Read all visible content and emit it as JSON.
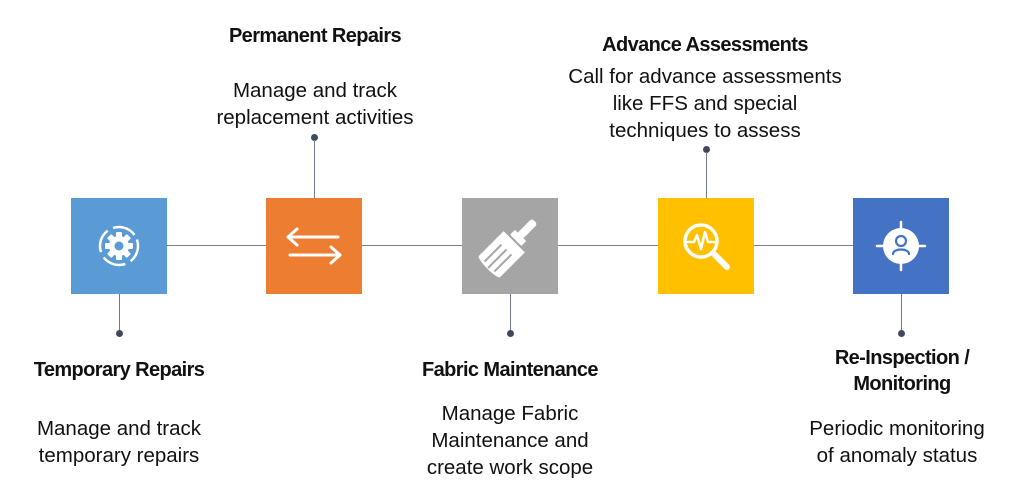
{
  "colors": {
    "temporary": "#5b9bd5",
    "permanent": "#ed7d31",
    "fabric": "#a5a5a5",
    "advance": "#ffc000",
    "reinspection": "#4472c4",
    "connector": "#7f7f7f"
  },
  "steps": [
    {
      "title": "Temporary Repairs",
      "description": "Manage and track\ntemporary repairs",
      "icon": "gear-cycle-icon"
    },
    {
      "title": "Permanent Repairs",
      "description": "Manage and track\nreplacement activities",
      "icon": "swap-arrows-icon"
    },
    {
      "title": "Fabric Maintenance",
      "description": "Manage Fabric\nMaintenance and\ncreate work scope",
      "icon": "paint-brush-icon"
    },
    {
      "title": "Advance Assessments",
      "description": "Call for advance assessments\nlike FFS and special\ntechniques to assess",
      "icon": "magnifier-pulse-icon"
    },
    {
      "title": "Re-Inspection /\nMonitoring",
      "description": "Periodic monitoring\nof anomaly status",
      "icon": "target-person-icon"
    }
  ]
}
